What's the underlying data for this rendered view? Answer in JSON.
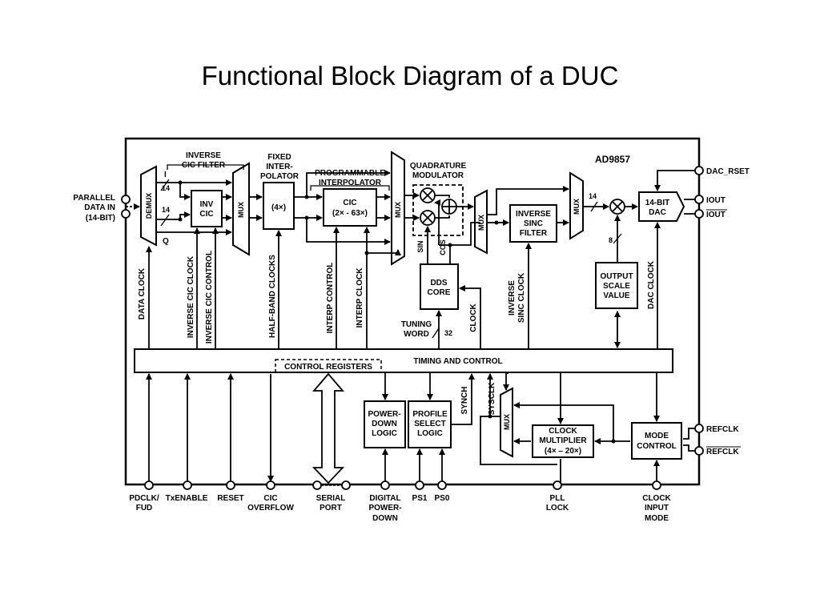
{
  "slide": {
    "title": "Functional Block Diagram of a DUC"
  },
  "chip": {
    "part_number": "AD9857"
  },
  "inputs": {
    "parallel_data": [
      "PARALLEL",
      "DATA IN",
      "(14-BIT)"
    ]
  },
  "blocks": {
    "demux": "DEMUX",
    "inverse_cic_filter": [
      "INVERSE",
      "CIC FILTER"
    ],
    "inv_cic": [
      "INV",
      "CIC"
    ],
    "mux1": "MUX",
    "fixed_interpolator": [
      "FIXED",
      "INTER-",
      "POLATOR"
    ],
    "fixed_interp_rate": "(4×)",
    "programmable_interpolator": [
      "PROGRAMMABLE",
      "INTERPOLATOR"
    ],
    "cic": [
      "CIC",
      "(2× - 63×)"
    ],
    "mux2": "MUX",
    "quadrature_modulator": [
      "QUADRATURE",
      "MODULATOR"
    ],
    "mux3": "MUX",
    "inverse_sinc_filter": [
      "INVERSE",
      "SINC",
      "FILTER"
    ],
    "mux4": "MUX",
    "dac": [
      "14-BIT",
      "DAC"
    ],
    "dds_core": [
      "DDS",
      "CORE"
    ],
    "output_scale_value": [
      "OUTPUT",
      "SCALE",
      "VALUE"
    ],
    "timing_and_control": "TIMING AND CONTROL",
    "control_registers": "CONTROL REGISTERS",
    "power_down_logic": [
      "POWER-",
      "DOWN",
      "LOGIC"
    ],
    "profile_select_logic": [
      "PROFILE",
      "SELECT",
      "LOGIC"
    ],
    "mux5": "MUX",
    "clock_multiplier": [
      "CLOCK",
      "MULTIPLIER",
      "(4× – 20×)"
    ],
    "mode_control": [
      "MODE",
      "CONTROL"
    ]
  },
  "signals": {
    "i": "I",
    "q": "Q",
    "bus14_a": "14",
    "bus14_b": "14",
    "bus14_dac": "14",
    "bus8": "8",
    "bus32": "32",
    "sin": "SIN",
    "cos": "COS",
    "tuning_word": [
      "TUNING",
      "WORD"
    ],
    "data_clock": "DATA CLOCK",
    "inverse_cic_clock": "INVERSE CIC CLOCK",
    "inverse_cic_control": "INVERSE CIC CONTROL",
    "half_band_clocks": "HALF-BAND CLOCKS",
    "interp_control": "INTERP CONTROL",
    "interp_clock": "INTERP CLOCK",
    "clock": "CLOCK",
    "inverse_sinc_clock": [
      "INVERSE",
      "SINC CLOCK"
    ],
    "dac_clock": "DAC CLOCK",
    "synch": "SYNCH",
    "sysclk": "SYSCLK"
  },
  "pins_right": {
    "dac_rset": "DAC_RSET",
    "iout": "IOUT",
    "iout_bar": "IOUT",
    "refclk": "REFCLK",
    "refclk_bar": "REFCLK"
  },
  "pins_bottom": {
    "pdclk": [
      "PDCLK/",
      "FUD"
    ],
    "txenable": [
      "TxENABLE"
    ],
    "reset": [
      "RESET"
    ],
    "cic_overflow": [
      "CIC",
      "OVERFLOW"
    ],
    "serial_port": [
      "SERIAL",
      "PORT"
    ],
    "digital_power_down": [
      "DIGITAL",
      "POWER-",
      "DOWN"
    ],
    "ps1": [
      "PS1"
    ],
    "ps0": [
      "PS0"
    ],
    "pll_lock": [
      "PLL",
      "LOCK"
    ],
    "clock_input_mode": [
      "CLOCK",
      "INPUT",
      "MODE"
    ]
  }
}
